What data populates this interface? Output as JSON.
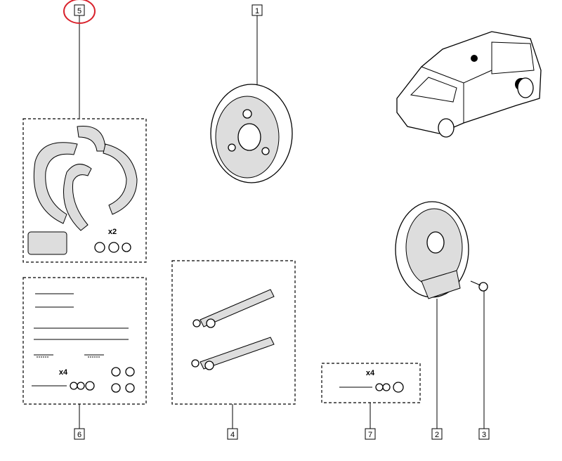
{
  "callouts": [
    {
      "id": "5",
      "highlighted": true
    },
    {
      "id": "1"
    },
    {
      "id": "6"
    },
    {
      "id": "4"
    },
    {
      "id": "7"
    },
    {
      "id": "2"
    },
    {
      "id": "3"
    }
  ],
  "quantities": {
    "kit5": "x2",
    "kit6": "x4",
    "kit7": "x4"
  },
  "colors": {
    "highlight": "#d9232d",
    "line": "#000000"
  }
}
